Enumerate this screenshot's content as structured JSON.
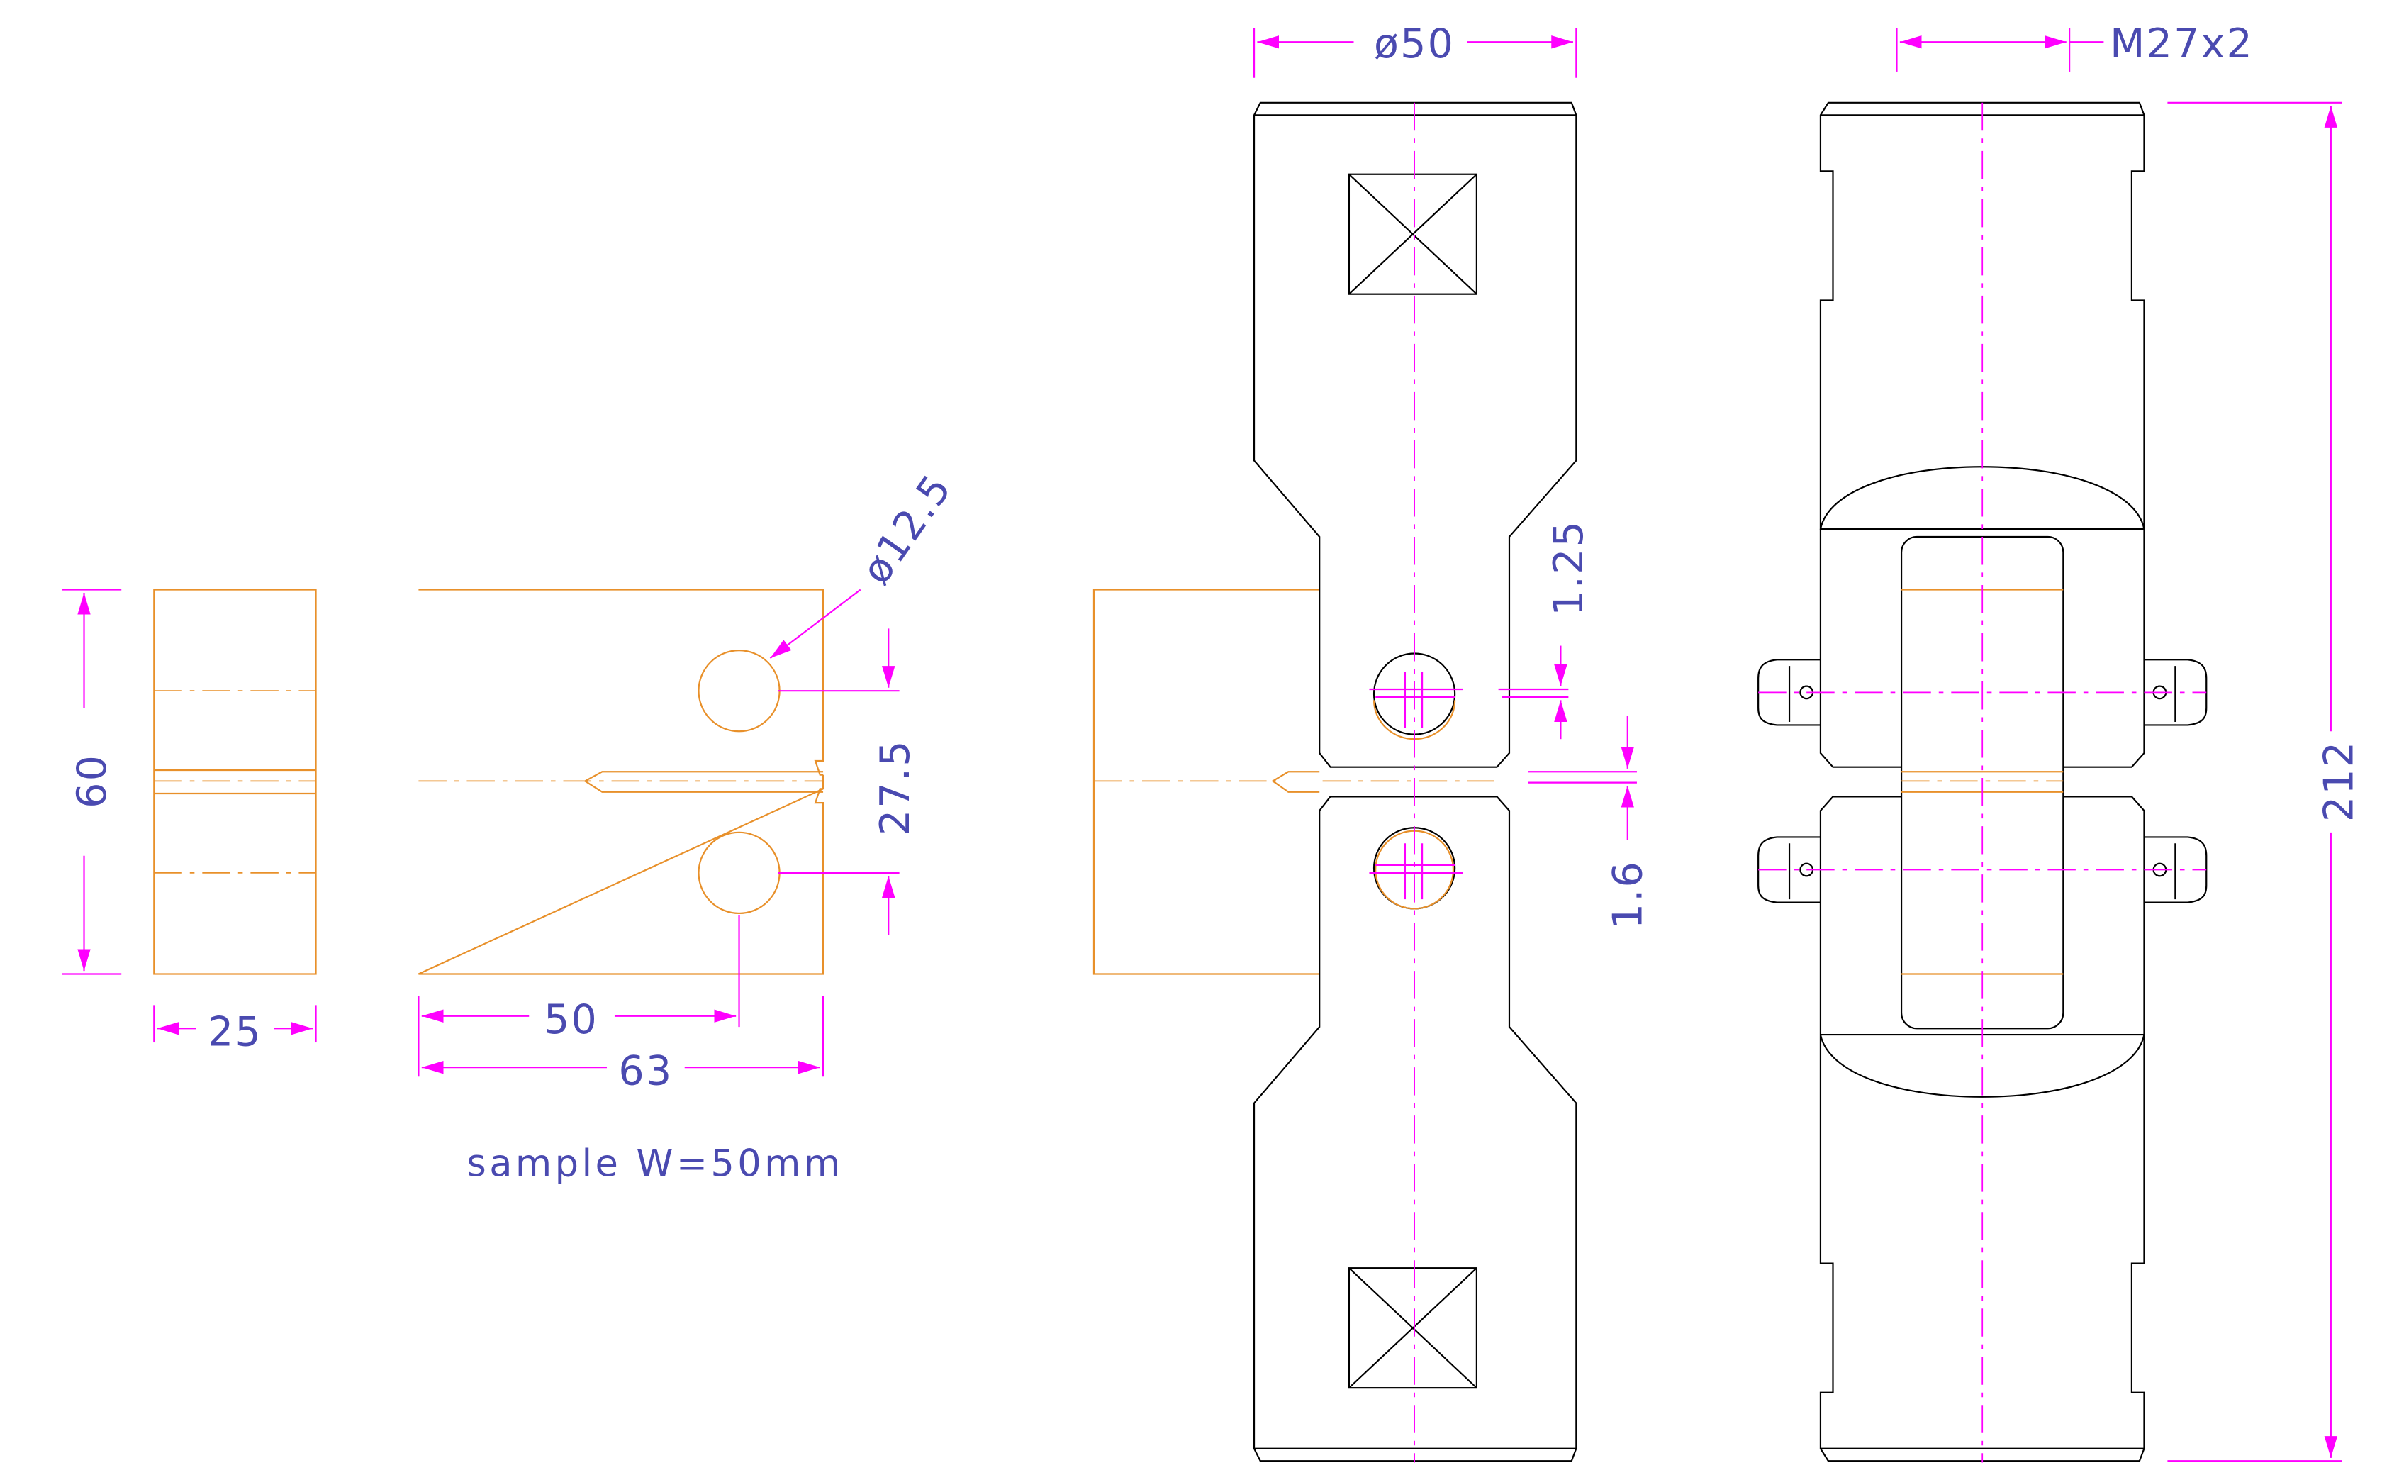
{
  "title": "Compact tension sample and clevis grip assembly drawing",
  "colors": {
    "sample_outline": "#e8902a",
    "grip_outline": "#000000",
    "dimension": "#ff00ff",
    "text": "#4a4ab0",
    "background": "#ffffff"
  },
  "sample_views": {
    "height_dim": "60",
    "thickness_dim": "25",
    "hole_diameter_dim": "ø12.5",
    "hole_spacing_dim": "27.5",
    "load_line_dim": "50",
    "total_width_dim": "63",
    "note": "sample  W=50mm"
  },
  "grip_front_view": {
    "diameter_dim": "ø50",
    "pin_clearance_dim": "1.25",
    "gap_dim": "1.6"
  },
  "grip_side_view": {
    "thread_dim": "M27x2",
    "overall_length_dim": "212"
  }
}
